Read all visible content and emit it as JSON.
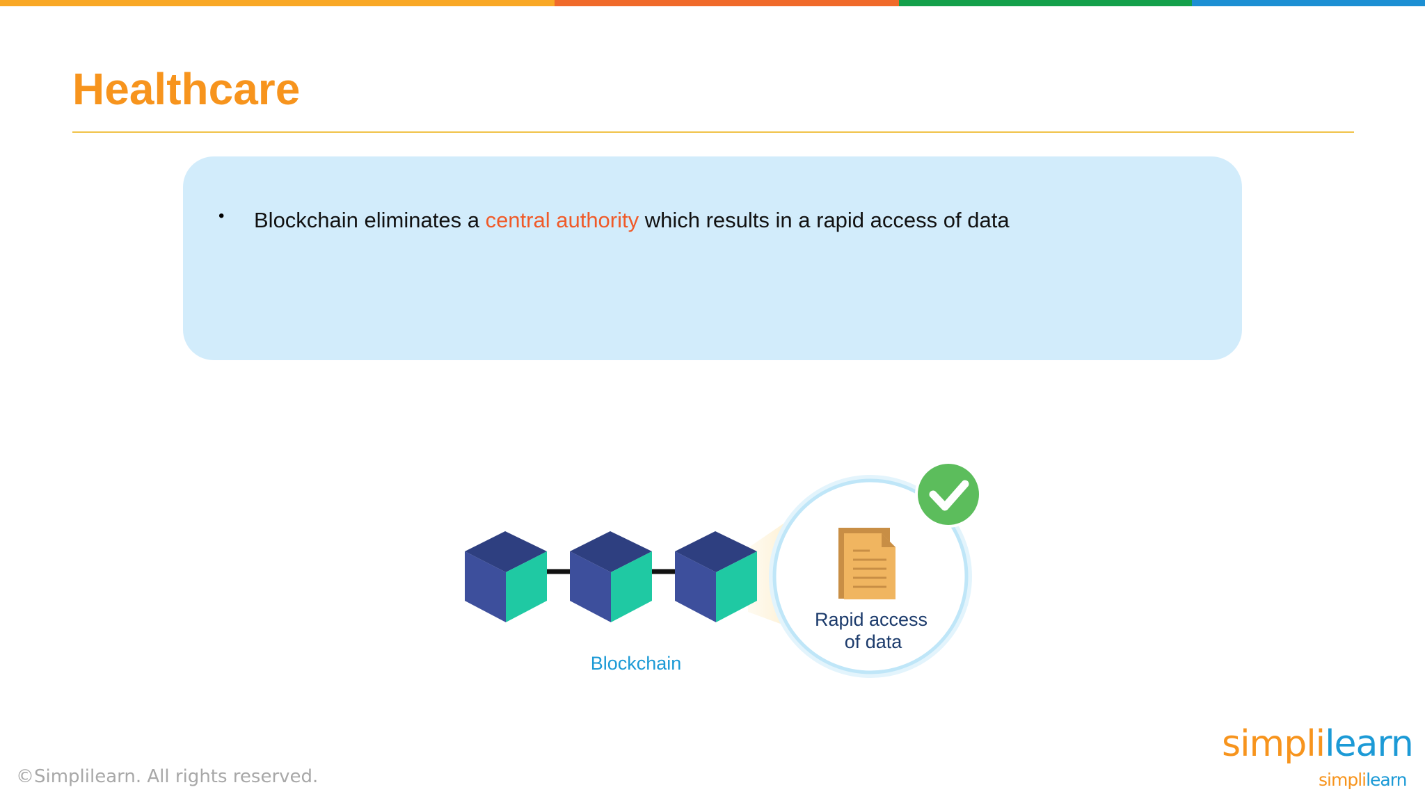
{
  "slide": {
    "title": "Healthcare",
    "bullet": {
      "before": "Blockchain eliminates a ",
      "highlight": "central authority",
      "after": " which results in a rapid access of data"
    }
  },
  "diagram": {
    "chain_label": "Blockchain",
    "result_label_line1": "Rapid access",
    "result_label_line2": "of data",
    "block_count": 3
  },
  "footer": {
    "copyright": "©Simplilearn. All rights reserved."
  },
  "logo": {
    "part1": "simpl",
    "part2": "learn",
    "sep": "i"
  },
  "colors": {
    "accent_orange": "#f7941d",
    "highlight_red": "#f05a28",
    "panel_blue": "#d2ecfb",
    "cube_top": "#2e3f80",
    "cube_left": "#3d4f9c",
    "cube_right": "#1fc9a3",
    "check_green": "#5cbd5c",
    "label_blue": "#1c9ad6",
    "label_navy": "#1b3a6b",
    "top_bar": [
      "#f9a825",
      "#f06a2a",
      "#14a04b",
      "#1c8fd3"
    ]
  }
}
